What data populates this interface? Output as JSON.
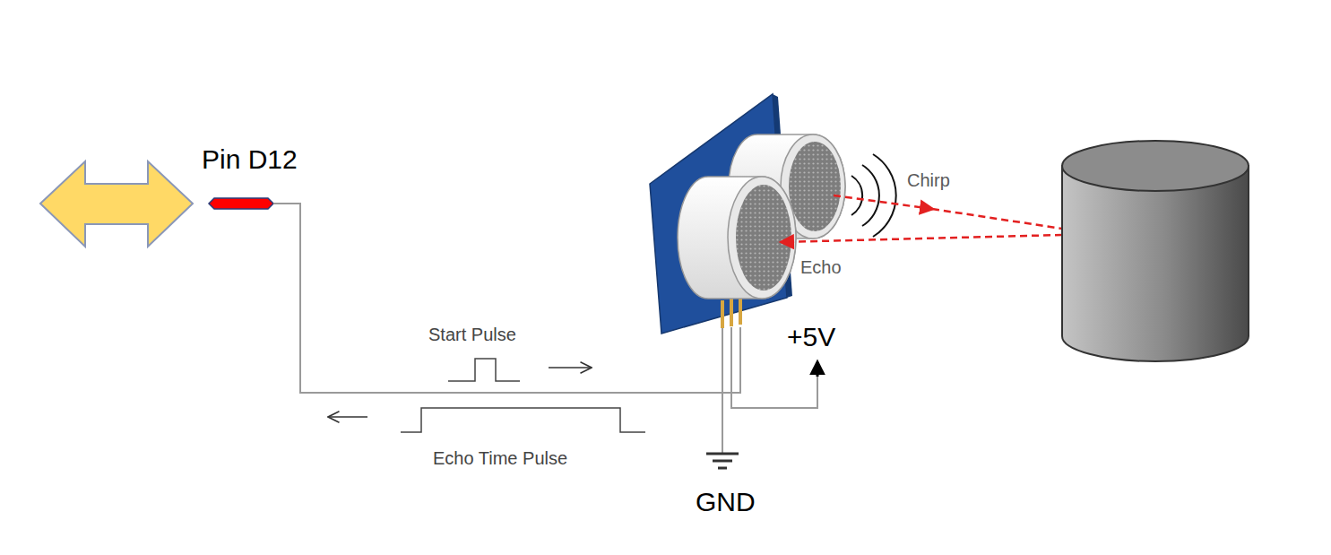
{
  "diagram": {
    "labels": [
      "Pin D12",
      "Chirp",
      "Echo",
      "Start Pulse",
      "Echo Time Pulse",
      "+5V",
      "GND"
    ]
  }
}
